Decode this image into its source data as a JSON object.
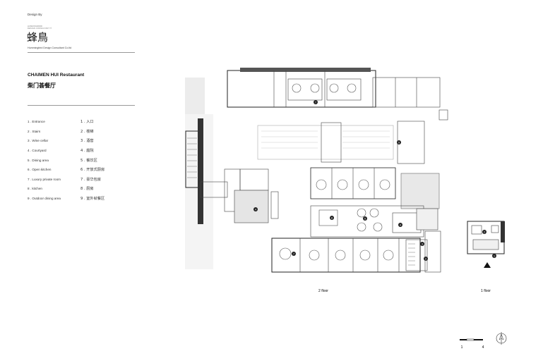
{
  "header": {
    "design_by": "Design By",
    "tiny_lines": [
      "HUMMINGBIRD",
      "DESIGN CONSULTANT ®"
    ],
    "logo_text": "蜂鳥",
    "company": "Hummingbird Design Consultant Co.ltd"
  },
  "project": {
    "title_en": "CHAIMEN HUI Restaurant",
    "title_cn": "柴门荟餐厅"
  },
  "legend": [
    {
      "en": "1 . Entrance",
      "cn": "1 . 入口"
    },
    {
      "en": "2 . Stairs",
      "cn": "2 . 楼梯"
    },
    {
      "en": "3 . Wine cellar",
      "cn": "3 . 酒窖"
    },
    {
      "en": "4 . Courtyard",
      "cn": "4 . 庭院"
    },
    {
      "en": "5 . Dining area",
      "cn": "5 . 餐饮区"
    },
    {
      "en": "6 . Open kitchen",
      "cn": "6 . 开放式厨房"
    },
    {
      "en": "7 . Luxury private room",
      "cn": "7 . 豪华包房"
    },
    {
      "en": "8 . kitchen",
      "cn": "8 . 厨房"
    },
    {
      "en": "9 . Outdoor dining area",
      "cn": "9 . 室外就餐区"
    }
  ],
  "plans": {
    "second_floor_label": "2 floor",
    "first_floor_label": "1 floor",
    "markers_2f": [
      "7",
      "9",
      "4",
      "8",
      "5",
      "4",
      "7",
      "3",
      "2"
    ],
    "markers_1f": [
      "2",
      "1"
    ]
  },
  "scale": {
    "start": "1",
    "end": "4"
  }
}
